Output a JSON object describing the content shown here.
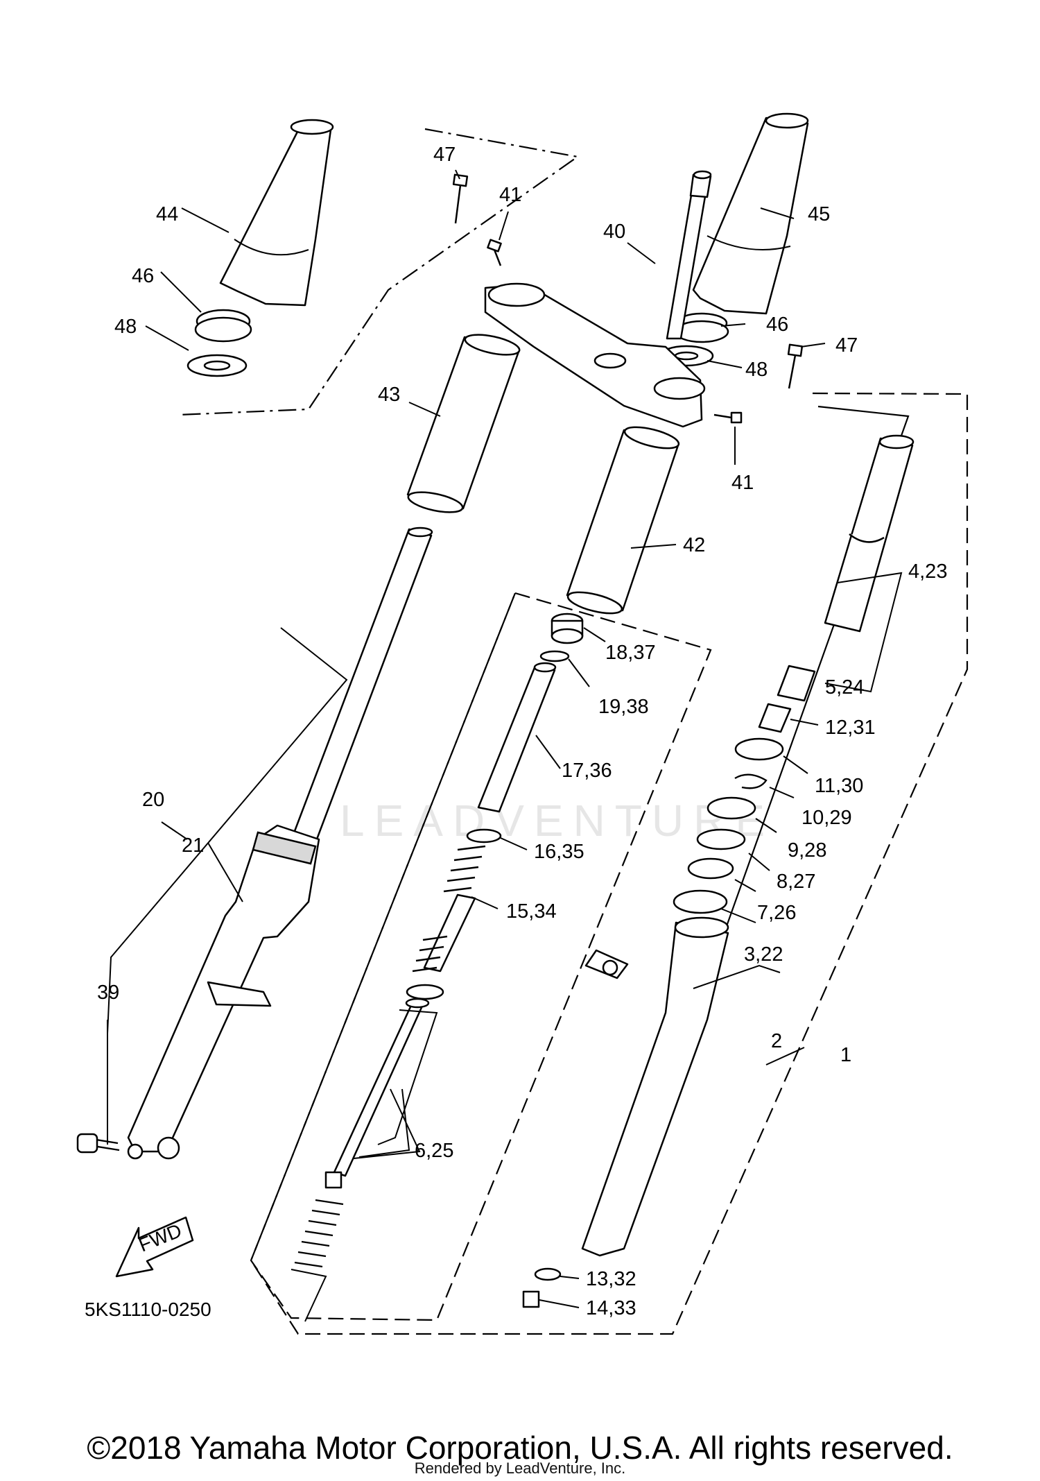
{
  "diagram": {
    "code": "5KS1110-0250",
    "fwd_label": "FWD",
    "watermark": "LEADVENTURE",
    "callouts": {
      "p1": "1",
      "p2": "2",
      "p3_22": "3,22",
      "p4_23": "4,23",
      "p5_24": "5,24",
      "p6_25": "6,25",
      "p7_26": "7,26",
      "p8_27": "8,27",
      "p9_28": "9,28",
      "p10_29": "10,29",
      "p11_30": "11,30",
      "p12_31": "12,31",
      "p13_32": "13,32",
      "p14_33": "14,33",
      "p15_34": "15,34",
      "p16_35": "16,35",
      "p17_36": "17,36",
      "p18_37": "18,37",
      "p19_38": "19,38",
      "p20": "20",
      "p21": "21",
      "p39": "39",
      "p40": "40",
      "p41_a": "41",
      "p41_b": "41",
      "p42": "42",
      "p43": "43",
      "p44": "44",
      "p45": "45",
      "p46_a": "46",
      "p46_b": "46",
      "p47_a": "47",
      "p47_b": "47",
      "p48_a": "48",
      "p48_b": "48"
    }
  },
  "footer": {
    "copyright": "©2018 Yamaha Motor Corporation, U.S.A. All rights reserved.",
    "rendered_by": "Rendered by LeadVenture, Inc."
  }
}
